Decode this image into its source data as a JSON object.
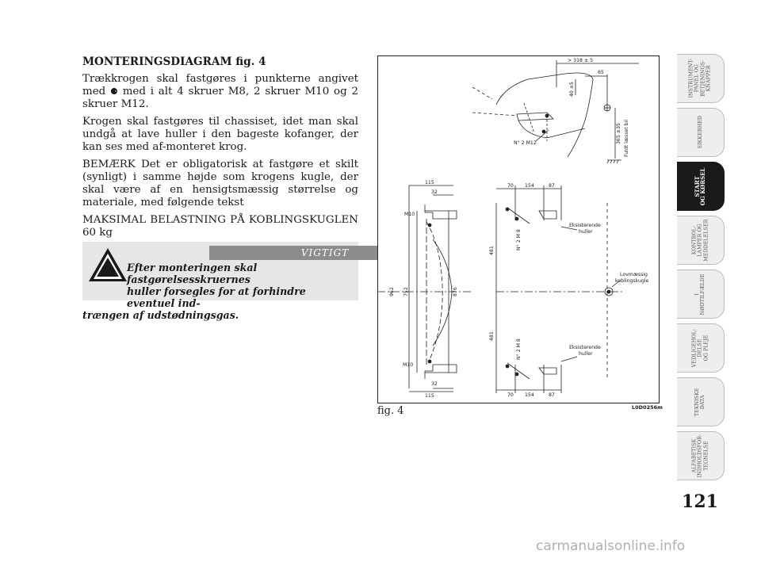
{
  "section": {
    "heading": "MONTERINGSDIAGRAM fig. 4",
    "paragraphs": [
      {
        "text": "Trækkrogen skal fastgøres i punkterne angivet med",
        "symbol": "⚈",
        "continuation": "med i alt 4 skruer M8, 2 skruer M10 og 2 skruer M12."
      },
      {
        "text": "Krogen skal fastgøres til chassiset, idet man skal undgå at lave huller i den bageste kofanger, der kan ses med af-monteret krog."
      },
      {
        "text": "BEMÆRK Det er obligatorisk at fastgøre et skilt (synligt) i samme højde som krogens kugle, der skal være af en hensigtsmæssig størrelse og materiale, med følgende tekst"
      },
      {
        "text": "MAKSIMAL BELASTNING PÅ KOBLINGSKUGLEN 60 kg"
      }
    ]
  },
  "warning": {
    "title": "VIGTIGT",
    "line1": "Efter monteringen skal fastgørelsesskruernes",
    "line2": "huller forsegles for at forhindre eventuel ind-",
    "line3": "trængen af udstødningsgas.",
    "icon": "warning-triangle-icon"
  },
  "figure": {
    "label": "fig. 4",
    "code": "L0D0256m",
    "side_view": {
      "dim_top": "> 318 ± 5",
      "dim_65": "65",
      "dim_40": "40 ±5",
      "bolt": "N° 2 M12",
      "height": "365 ±35",
      "load": "Fuldt læsset bil"
    },
    "plan_left": {
      "dim_115_top": "115",
      "dim_32_top": "32",
      "m10_top": "M10",
      "dim_962": "962",
      "dim_752": "752",
      "dim_876": "876",
      "m10_bottom": "M10",
      "dim_32_bottom": "32",
      "dim_115_bottom": "115"
    },
    "plan_right": {
      "dim_70_top": "70",
      "dim_154_top": "154",
      "dim_87_top": "87",
      "bolts_top": "N° 2 M 8",
      "dim_481_top": "481",
      "holes_top_1": "Eksisterende",
      "holes_top_2": "huller",
      "ball_1": "Lovmæssig",
      "ball_2": "koblingskugle",
      "dim_481_bottom": "481",
      "bolts_bottom": "N° 2 M 8",
      "holes_bottom_1": "Eksisterende",
      "holes_bottom_2": "huller",
      "dim_70_bottom": "70",
      "dim_154_bottom": "154",
      "dim_87_bottom": "87"
    }
  },
  "tabs": [
    {
      "label": "INSTRUMENT-\nPANEL OG\nBETJENINGS-\nKNAPPER",
      "active": false
    },
    {
      "label": "SIKKERHED",
      "active": false
    },
    {
      "label": "START\nOG KØRSEL",
      "active": true
    },
    {
      "label": "KONTROL-\nLAMPER OG\nMEDDELELSER",
      "active": false
    },
    {
      "label": "I\nNØDTILFÆLDE",
      "active": false
    },
    {
      "label": "VEDLIGEHOL-\nDELSE\nOG PLEJE",
      "active": false
    },
    {
      "label": "TEKNISKE\nDATA",
      "active": false
    },
    {
      "label": "ALFABETISK\nINDHOLDSFOR-\nTEGNELSE",
      "active": false
    }
  ],
  "page_number": "121",
  "watermark": "carmanualsonline.info"
}
